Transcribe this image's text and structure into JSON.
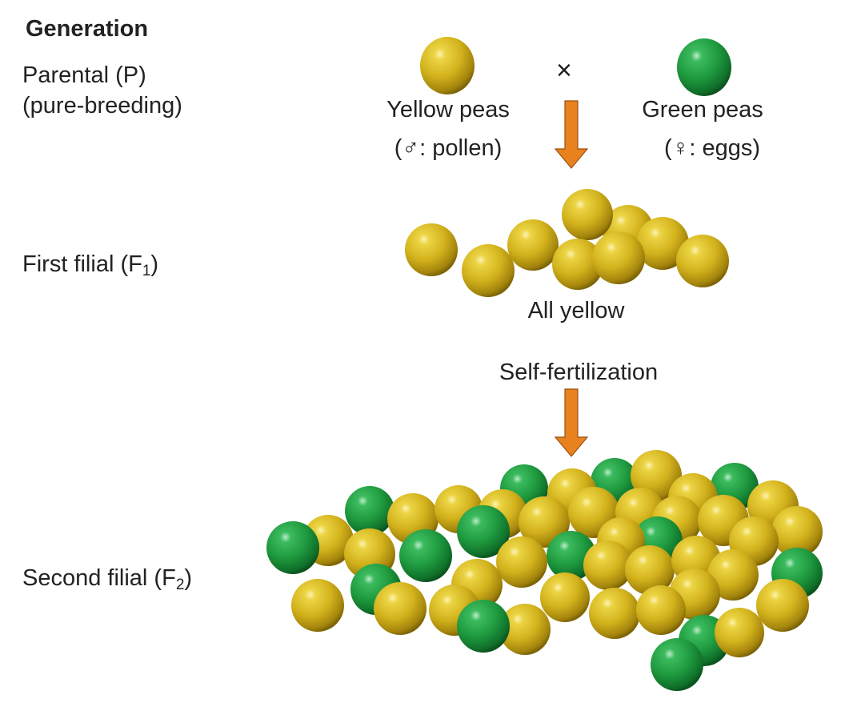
{
  "generations": {
    "header": "Generation",
    "parental_line1": "Parental (P)",
    "parental_line2": "(pure-breeding)",
    "f1_prefix": "First filial (F",
    "f1_sub": "1",
    "f1_suffix": ")",
    "f2_prefix": "Second filial (F",
    "f2_sub": "2",
    "f2_suffix": ")"
  },
  "parental_cross": {
    "cross_symbol": "×",
    "yellow_label": "Yellow peas",
    "yellow_sub": "(♂: pollen)",
    "green_label": "Green peas",
    "green_sub": "(♀: eggs)"
  },
  "f1": {
    "caption": "All yellow"
  },
  "process": {
    "self_fertilization": "Self-fertilization"
  },
  "colors": {
    "yellow_pea": "#d2b21c",
    "green_pea": "#1f9a3f",
    "arrow": "#e8821f",
    "text": "#222222"
  }
}
